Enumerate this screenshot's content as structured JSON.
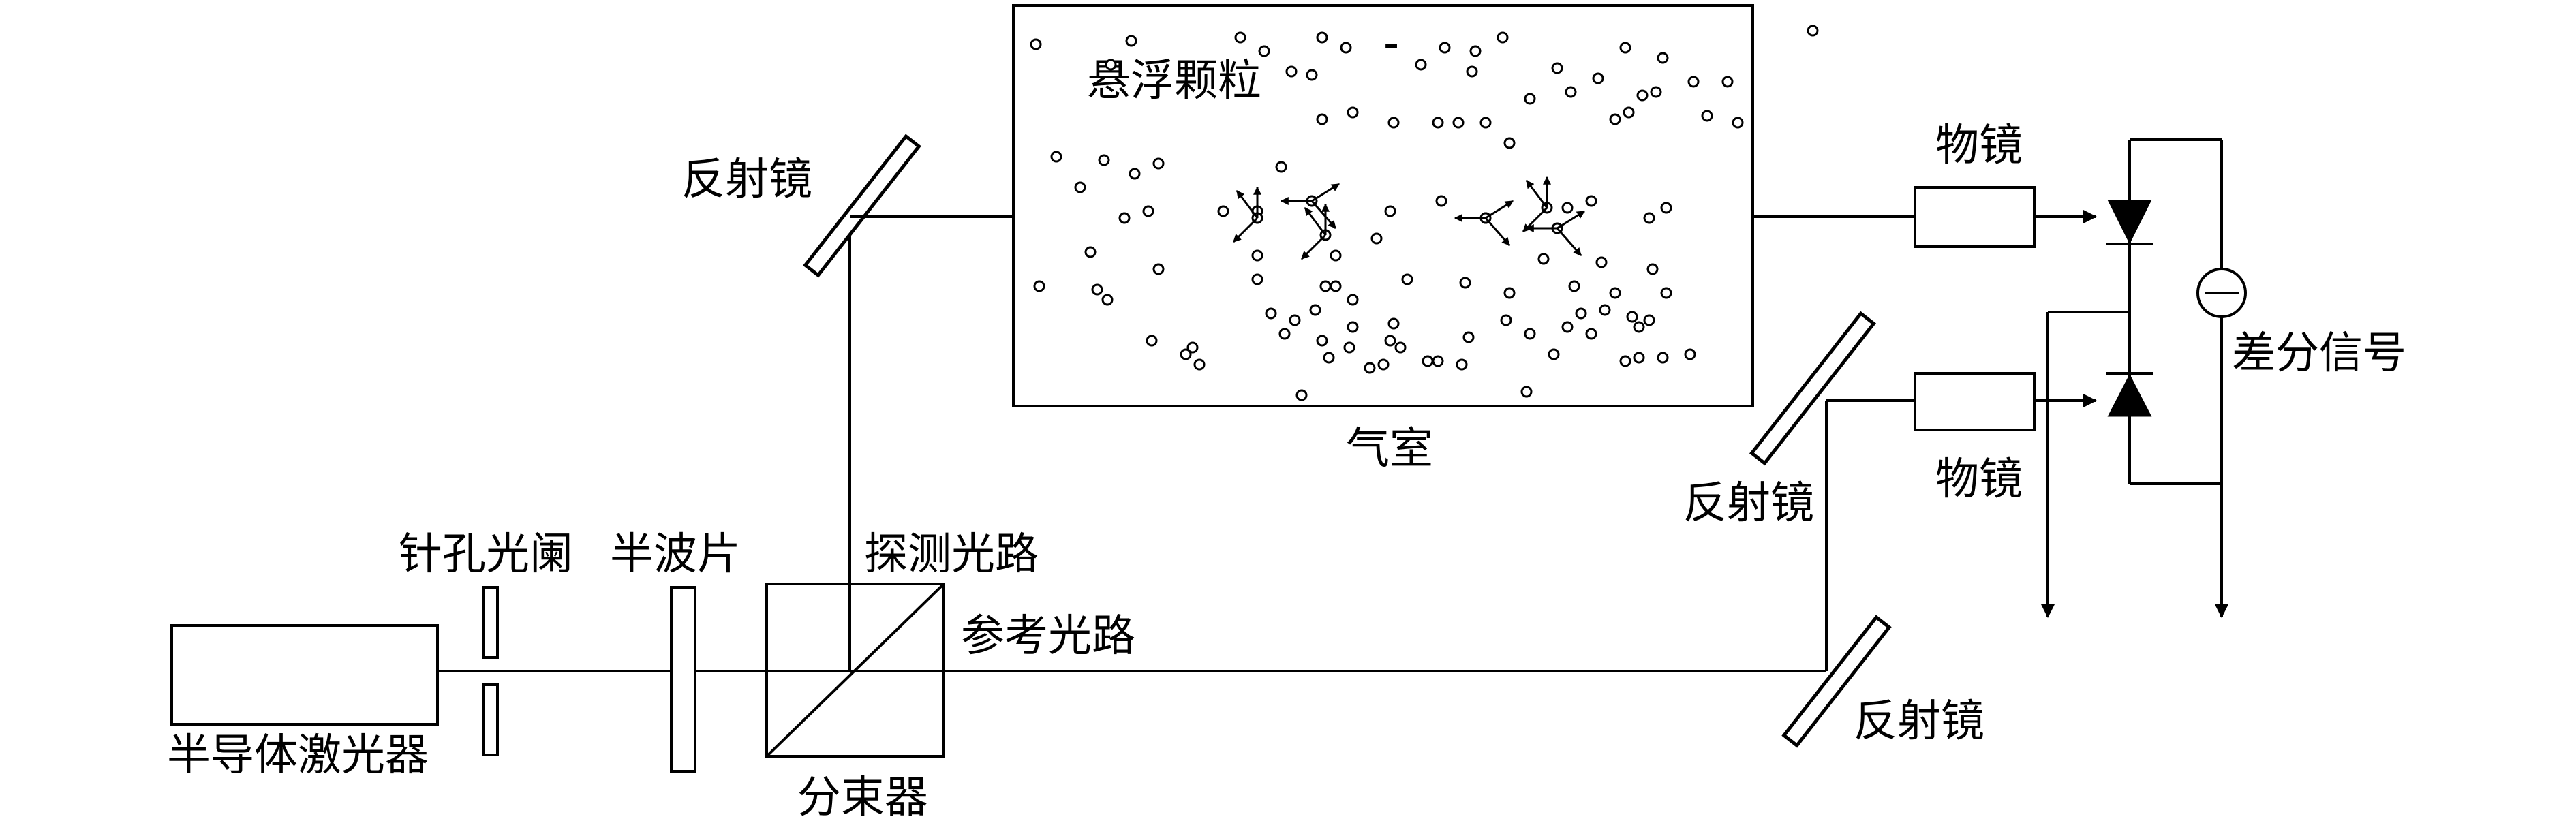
{
  "diagram": {
    "labels": {
      "laser": "半导体激光器",
      "pinhole": "针孔光阑",
      "half_wave_plate": "半波片",
      "beam_splitter": "分束器",
      "probe_path": "探测光路",
      "reference_path": "参考光路",
      "mirror_top": "反射镜",
      "mirror_mid": "反射镜",
      "mirror_bottom": "反射镜",
      "particles": "悬浮颗粒",
      "gas_chamber": "气室",
      "objective_top": "物镜",
      "objective_bottom": "物镜",
      "differential_signal": "差分信号"
    },
    "colors": {
      "line": "#000000",
      "background": "#ffffff"
    },
    "icons": [
      "photodiode-icon",
      "current-meter-icon",
      "arrow-down-icon",
      "particle-dot-icon"
    ]
  }
}
